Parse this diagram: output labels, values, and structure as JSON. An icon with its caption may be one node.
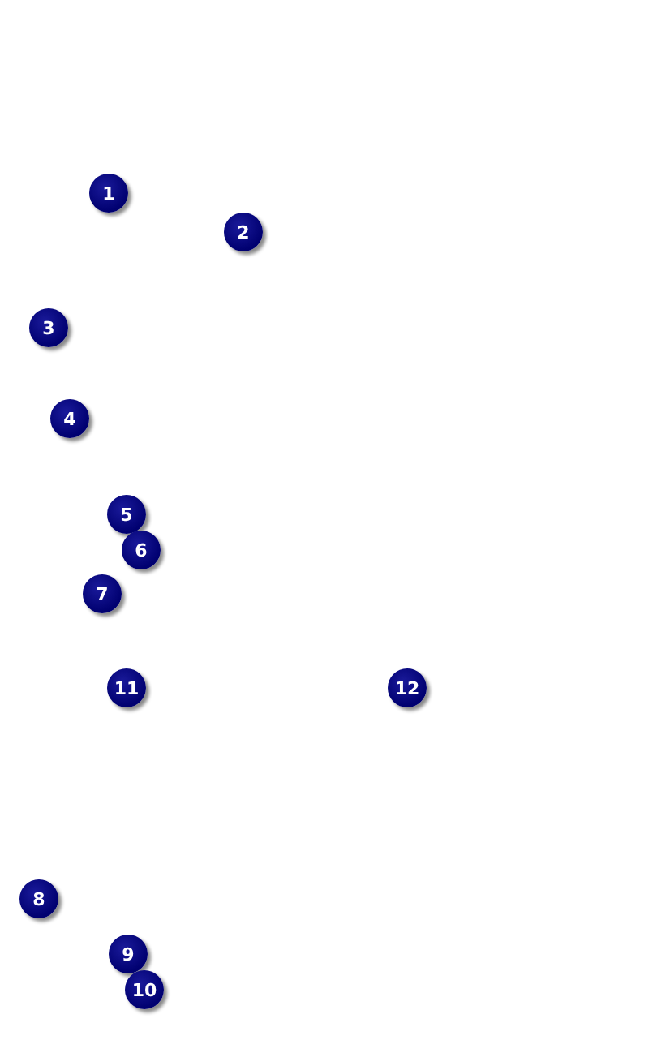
{
  "diagram": {
    "labels": [
      "1",
      "2",
      "3",
      "4",
      "5",
      "6",
      "7",
      "11",
      "12",
      "8",
      "9",
      "10"
    ]
  }
}
